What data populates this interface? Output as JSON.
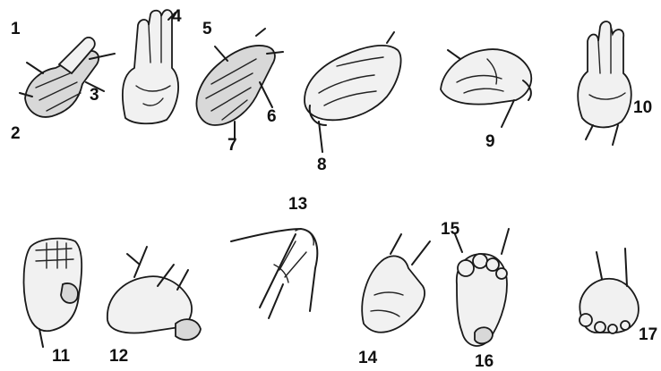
{
  "figure": {
    "labels": [
      "1",
      "2",
      "3",
      "4",
      "5",
      "6",
      "7",
      "8",
      "9",
      "10",
      "11",
      "12",
      "13",
      "14",
      "15",
      "16",
      "17"
    ],
    "ink_color": "#1a1a1a",
    "background": "#ffffff"
  }
}
